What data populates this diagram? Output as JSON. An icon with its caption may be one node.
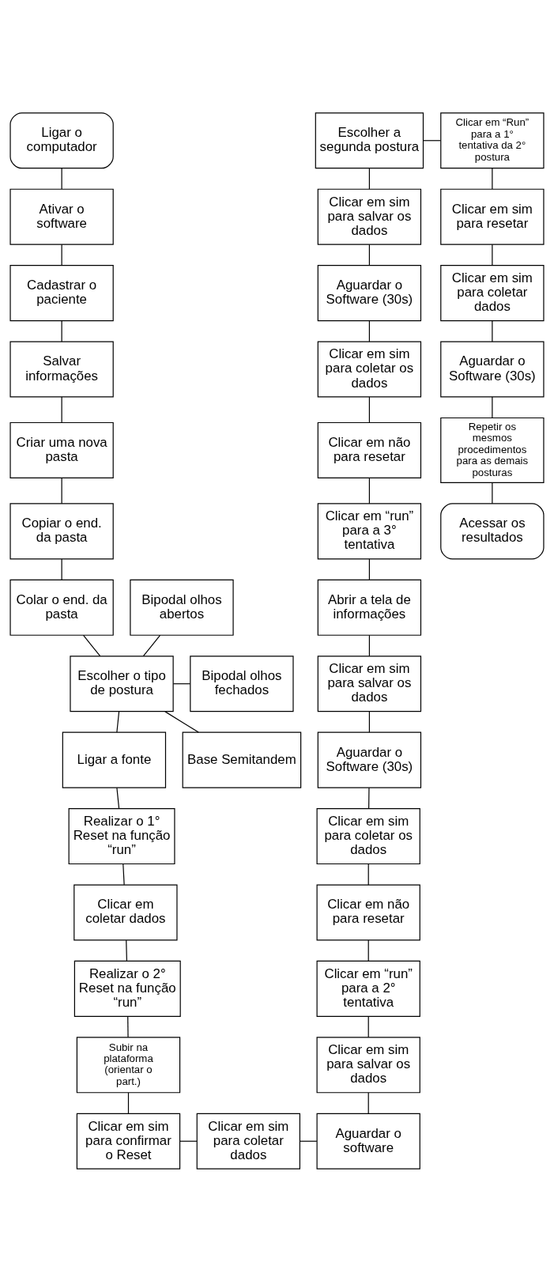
{
  "diagram": {
    "nodes": [
      {
        "text": [
          "Ligar o computador"
        ]
      },
      {
        "text": [
          "Ativar o software"
        ]
      },
      {
        "text": [
          "Cadastrar o paciente"
        ]
      },
      {
        "text": [
          "Salvar informações"
        ]
      },
      {
        "text": [
          "Criar uma nova pasta"
        ]
      },
      {
        "text": [
          "Copiar o end. da pasta"
        ]
      },
      {
        "text": [
          "Colar o end. da pasta"
        ]
      },
      {
        "text": [
          "Escolher o tipo de postura"
        ]
      },
      {
        "text": [
          "Ligar a fonte"
        ]
      },
      {
        "text": [
          "Realizar o 1° Reset na função “run”"
        ]
      },
      {
        "text": [
          "Clicar em coletar dados"
        ]
      },
      {
        "text": [
          "Realizar o 2° Reset na função “run”"
        ]
      },
      {
        "text": [
          "Subir na plataforma (orientar o part.)"
        ]
      },
      {
        "text": [
          "Clicar em sim para confirmar o Reset"
        ]
      },
      {
        "text": [
          "Bipodal olhos abertos"
        ]
      },
      {
        "text": [
          "Bipodal olhos fechados"
        ]
      },
      {
        "text": [
          "Base Semitandem"
        ]
      },
      {
        "text": [
          "Clicar em sim para coletar dados"
        ]
      },
      {
        "text": [
          "Escolher a segunda postura"
        ]
      },
      {
        "text": [
          "Clicar em sim para salvar os dados"
        ]
      },
      {
        "text": [
          "Aguardar o Software (30s)"
        ]
      },
      {
        "text": [
          "Clicar em sim para coletar os dados"
        ]
      },
      {
        "text": [
          "Clicar em não para resetar"
        ]
      },
      {
        "text": [
          "Clicar em “run” para a 3° tentativa"
        ]
      },
      {
        "text": [
          "Abrir a tela de informações"
        ]
      },
      {
        "text": [
          "Clicar em sim para salvar os dados"
        ]
      },
      {
        "text": [
          "Aguardar o Software (30s)"
        ]
      },
      {
        "text": [
          "Clicar em sim para coletar os dados"
        ]
      },
      {
        "text": [
          "Clicar em não para resetar"
        ]
      },
      {
        "text": [
          "Clicar em “run” para a 2° tentativa"
        ]
      },
      {
        "text": [
          "Clicar em sim para salvar os dados"
        ]
      },
      {
        "text": [
          "Aguardar o software"
        ]
      },
      {
        "text": [
          "Clicar em “Run” para a 1° tentativa da 2° postura"
        ]
      },
      {
        "text": [
          "Clicar em sim para resetar"
        ]
      },
      {
        "text": [
          "Clicar em sim para coletar dados"
        ]
      },
      {
        "text": [
          "Aguardar o Software (30s)"
        ]
      },
      {
        "text": [
          "Repetir os mesmos procedimentos para as demais posturas"
        ]
      },
      {
        "text": [
          "Acessar os resultados"
        ]
      }
    ],
    "edges": [
      {
        "from": 0,
        "to": 1,
        "arrow": "none"
      },
      {
        "from": 1,
        "to": 2,
        "arrow": "none"
      },
      {
        "from": 2,
        "to": 3,
        "arrow": "none"
      },
      {
        "from": 3,
        "to": 4,
        "arrow": "none"
      },
      {
        "from": 4,
        "to": 5,
        "arrow": "none"
      },
      {
        "from": 5,
        "to": 6,
        "arrow": "none"
      },
      {
        "from": 6,
        "to": 7,
        "arrow": "none"
      },
      {
        "from": 7,
        "to": 8,
        "arrow": "none"
      },
      {
        "from": 8,
        "to": 9,
        "arrow": "none"
      },
      {
        "from": 9,
        "to": 10,
        "arrow": "none"
      },
      {
        "from": 10,
        "to": 11,
        "arrow": "none"
      },
      {
        "from": 11,
        "to": 12,
        "arrow": "none"
      },
      {
        "from": 12,
        "to": 13,
        "arrow": "none"
      },
      {
        "from": 7,
        "to": 14,
        "arrow": "none"
      },
      {
        "from": 7,
        "to": 15,
        "arrow": "none"
      },
      {
        "from": 7,
        "to": 16,
        "arrow": "none"
      },
      {
        "from": 13,
        "to": 17,
        "arrow": "none"
      },
      {
        "from": 17,
        "to": 31,
        "arrow": "none"
      },
      {
        "from": 18,
        "to": 19,
        "arrow": "none"
      },
      {
        "from": 19,
        "to": 20,
        "arrow": "none"
      },
      {
        "from": 20,
        "to": 21,
        "arrow": "none"
      },
      {
        "from": 21,
        "to": 22,
        "arrow": "none"
      },
      {
        "from": 22,
        "to": 23,
        "arrow": "none"
      },
      {
        "from": 23,
        "to": 24,
        "arrow": "none"
      },
      {
        "from": 24,
        "to": 25,
        "arrow": "none"
      },
      {
        "from": 25,
        "to": 26,
        "arrow": "none"
      },
      {
        "from": 26,
        "to": 27,
        "arrow": "none"
      },
      {
        "from": 27,
        "to": 28,
        "arrow": "none"
      },
      {
        "from": 28,
        "to": 29,
        "arrow": "none"
      },
      {
        "from": 29,
        "to": 30,
        "arrow": "none"
      },
      {
        "from": 30,
        "to": 31,
        "arrow": "none"
      },
      {
        "from": 18,
        "to": 32,
        "arrow": "none"
      },
      {
        "from": 32,
        "to": 33,
        "arrow": "none"
      },
      {
        "from": 33,
        "to": 34,
        "arrow": "none"
      },
      {
        "from": 34,
        "to": 35,
        "arrow": "none"
      },
      {
        "from": 35,
        "to": 36,
        "arrow": "none"
      },
      {
        "from": 36,
        "to": 37,
        "arrow": "none"
      }
    ]
  }
}
